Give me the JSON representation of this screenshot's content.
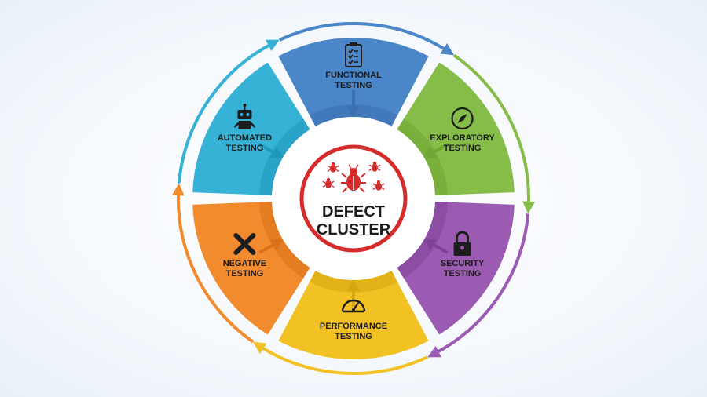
{
  "diagram": {
    "center": {
      "line1": "DEFECT",
      "line2": "CLUSTER",
      "ring_color": "#d62b2b",
      "icon": "bug-cluster-icon"
    },
    "segments": [
      {
        "id": "functional",
        "line1": "FUNCTIONAL",
        "line2": "TESTING",
        "color": "#4a86c8",
        "arrow_color": "#3a6fb0",
        "icon": "clipboard-checklist-icon"
      },
      {
        "id": "exploratory",
        "line1": "EXPLORATORY",
        "line2": "TESTING",
        "color": "#86bd48",
        "arrow_color": "#6fa533",
        "icon": "compass-icon"
      },
      {
        "id": "security",
        "line1": "SECURITY",
        "line2": "TESTING",
        "color": "#9b5bb2",
        "arrow_color": "#7e4396",
        "icon": "padlock-icon"
      },
      {
        "id": "performance",
        "line1": "PERFORMANCE",
        "line2": "TESTING",
        "color": "#f2c224",
        "arrow_color": "#d6a50f",
        "icon": "speedometer-icon"
      },
      {
        "id": "negative",
        "line1": "NEGATIVE",
        "line2": "TESTING",
        "color": "#f28a2e",
        "arrow_color": "#d9711a",
        "icon": "x-mark-icon"
      },
      {
        "id": "automated",
        "line1": "AUTOMATED",
        "line2": "TESTING",
        "color": "#35b2d6",
        "arrow_color": "#1f97bb",
        "icon": "robot-icon"
      }
    ]
  }
}
